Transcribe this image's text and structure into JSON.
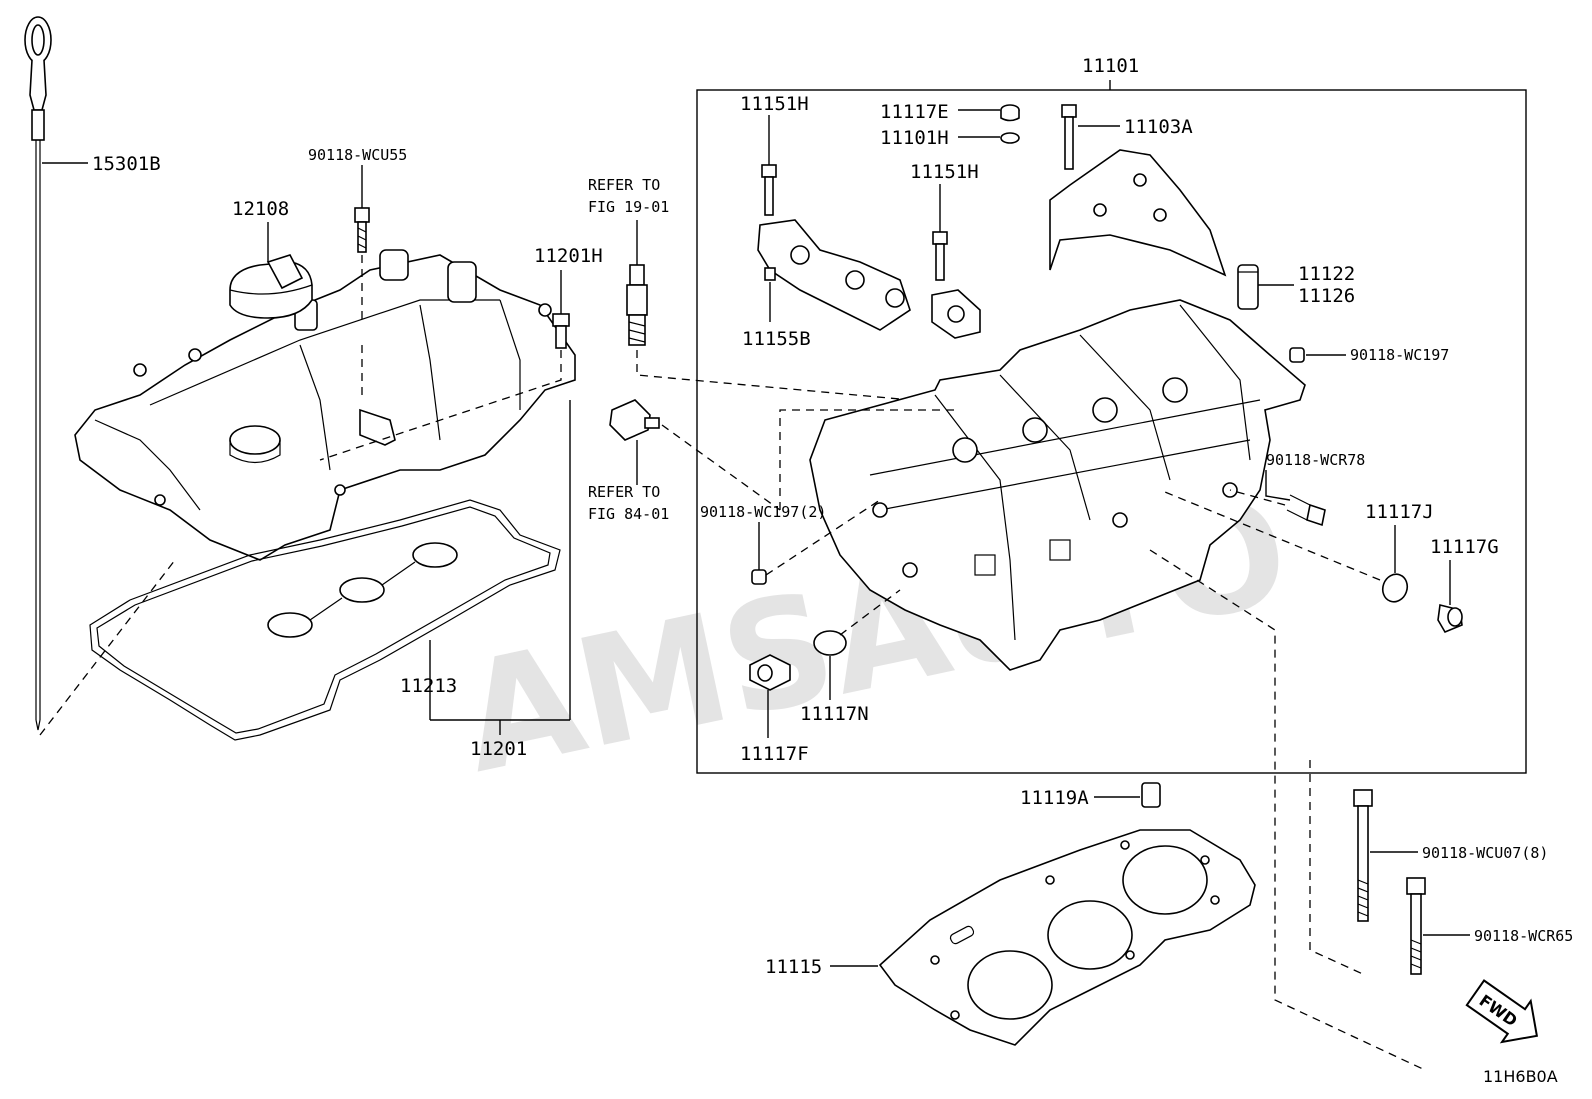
{
  "diagram": {
    "watermark": "AMSAUTO",
    "code": "11H6B0A",
    "fwd": "FWD",
    "refer1": [
      "REFER TO",
      "FIG 19-01"
    ],
    "refer2": [
      "REFER TO",
      "FIG 84-01"
    ],
    "labels": {
      "p15301B": "15301B",
      "p90118WCU55": "90118-WCU55",
      "p12108": "12108",
      "p11201H": "11201H",
      "p11213": "11213",
      "p11201": "11201",
      "p11101": "11101",
      "p11151H_a": "11151H",
      "p11117E": "11117E",
      "p11101H": "11101H",
      "p11103A": "11103A",
      "p11151H_b": "11151H",
      "p11122": "11122",
      "p11126": "11126",
      "p11155B": "11155B",
      "p90118WC197": "90118-WC197",
      "p90118WCR78": "90118-WCR78",
      "p90118WC197_2": "90118-WC197(2)",
      "p11117J": "11117J",
      "p11117G": "11117G",
      "p11117N": "11117N",
      "p11117F": "11117F",
      "p11119A": "11119A",
      "p90118WCU07": "90118-WCU07(8)",
      "p90118WCR65": "90118-WCR65",
      "p11115": "11115"
    }
  }
}
